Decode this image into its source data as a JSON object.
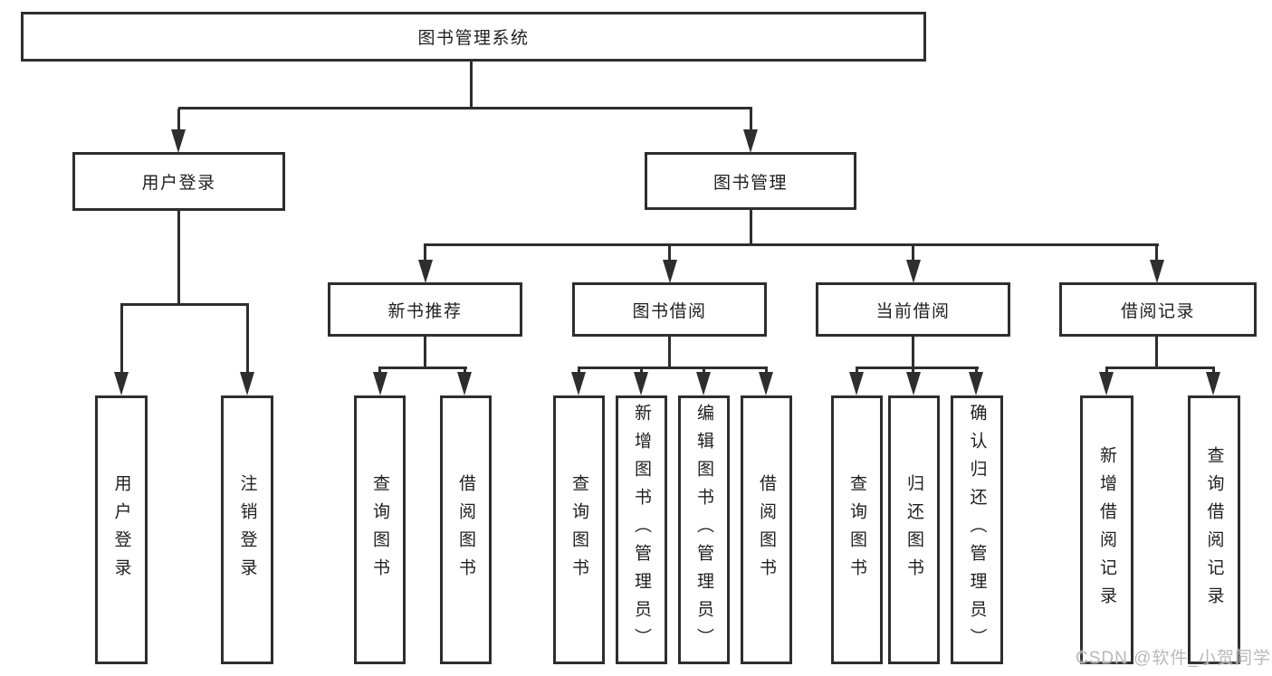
{
  "diagram": {
    "title_node": "图书管理系统",
    "root": "图书管理系统",
    "user_branch": {
      "label": "用户登录",
      "leaves": [
        "用户登录",
        "注销登录"
      ]
    },
    "book_branch": {
      "label": "图书管理",
      "groups": [
        {
          "label": "新书推荐",
          "leaves": [
            "查询图书",
            "借阅图书"
          ]
        },
        {
          "label": "图书借阅",
          "leaves": [
            "查询图书",
            "新增图书（管理员）",
            "编辑图书（管理员）",
            "借阅图书"
          ]
        },
        {
          "label": "当前借阅",
          "leaves": [
            "查询图书",
            "归还图书",
            "确认归还（管理员）"
          ]
        },
        {
          "label": "借阅记录",
          "leaves": [
            "新增借阅记录",
            "查询借阅记录"
          ]
        }
      ]
    }
  },
  "watermark": "CSDN @软件_小贺同学",
  "colors": {
    "line": "#2e2e2e",
    "text": "#1f1f1f",
    "watermark": "#b9b9b9",
    "background": "#ffffff"
  }
}
